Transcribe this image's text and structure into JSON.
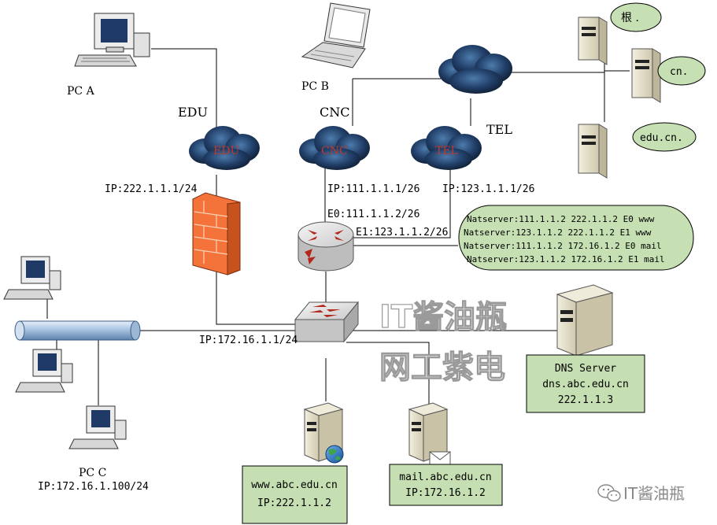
{
  "pcs": {
    "pc_a": "PC A",
    "pc_b": "PC B",
    "pc_c": "PC C",
    "pc_c_ip": "IP:172.16.1.100/24"
  },
  "isps": {
    "edu_label": "EDU",
    "edu_cloud": "EDU",
    "cnc_label": "CNC",
    "cnc_cloud": "CNC",
    "tel_label": "TEL",
    "tel_cloud": "TEL"
  },
  "ips": {
    "edu_ip": "IP:222.1.1.1/24",
    "cnc_ip": "IP:111.1.1.1/26",
    "tel_ip": "IP:123.1.1.1/26",
    "router_e0": "E0:111.1.1.2/26",
    "router_e1": "E1:123.1.1.2/26",
    "switch_ip": "IP:172.16.1.1/24"
  },
  "dns_tree": {
    "root": "根 .",
    "cn": "cn.",
    "edu_cn": "edu.cn."
  },
  "nat": [
    "Natserver:111.1.1.2  222.1.1.2 E0 www",
    "Natserver:123.1.1.2  222.1.1.2 E1 www",
    "Natserver:111.1.1.2  172.16.1.2 E0 mail",
    "Natserver:123.1.1.2  172.16.1.2 E1 mail"
  ],
  "servers": {
    "dns_line1": "DNS Server",
    "dns_line2": "dns.abc.edu.cn",
    "dns_line3": "222.1.1.3",
    "www_line1": "www.abc.edu.cn",
    "www_line2": "IP:222.1.1.2",
    "mail_line1": "mail.abc.edu.cn",
    "mail_line2": "IP:172.16.1.2"
  },
  "watermark": {
    "line1": "IT酱油瓶",
    "line2": "网工紫电",
    "brand": "IT酱油瓶"
  },
  "colors": {
    "bubble_green": "#c6e0b4",
    "box_green": "#c6dfb2",
    "firewall": "#f4733a",
    "cloud": "#1f3550",
    "cloud_text": "#c0392b",
    "pipe": "#bcd3ea"
  }
}
